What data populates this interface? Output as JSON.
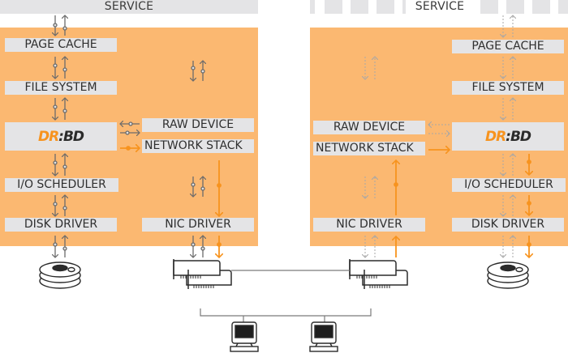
{
  "diagram": {
    "title": "DRBD replication stack",
    "colors": {
      "panel": "#fbb871",
      "layer_bg": "#e4e4e6",
      "replication_flow": "#f7931e",
      "local_flow": "#6b6b6b",
      "drbd_dr": "#f7931e",
      "drbd_bd": "#2b2b2b"
    },
    "primary_node": {
      "service_label": "SERVICE",
      "layers": {
        "page_cache": "PAGE CACHE",
        "file_system": "FILE SYSTEM",
        "drbd_dr": "DR",
        "drbd_bd": ":BD",
        "io_scheduler": "I/O SCHEDULER",
        "disk_driver": "DISK DRIVER",
        "raw_device": "RAW DEVICE",
        "network_stack": "NETWORK STACK",
        "nic_driver": "NIC DRIVER"
      },
      "status": "active"
    },
    "secondary_node": {
      "service_label": "SERVICE",
      "layers": {
        "page_cache": "PAGE CACHE",
        "file_system": "FILE SYSTEM",
        "drbd_dr": "DR",
        "drbd_bd": ":BD",
        "io_scheduler": "I/O SCHEDULER",
        "disk_driver": "DISK DRIVER",
        "raw_device": "RAW DEVICE",
        "network_stack": "NETWORK STACK",
        "nic_driver": "NIC DRIVER"
      },
      "status": "standby"
    },
    "icons": {
      "disk": "disk-stack-icon",
      "nic": "network-card-icon",
      "client": "computer-monitor-icon"
    }
  }
}
